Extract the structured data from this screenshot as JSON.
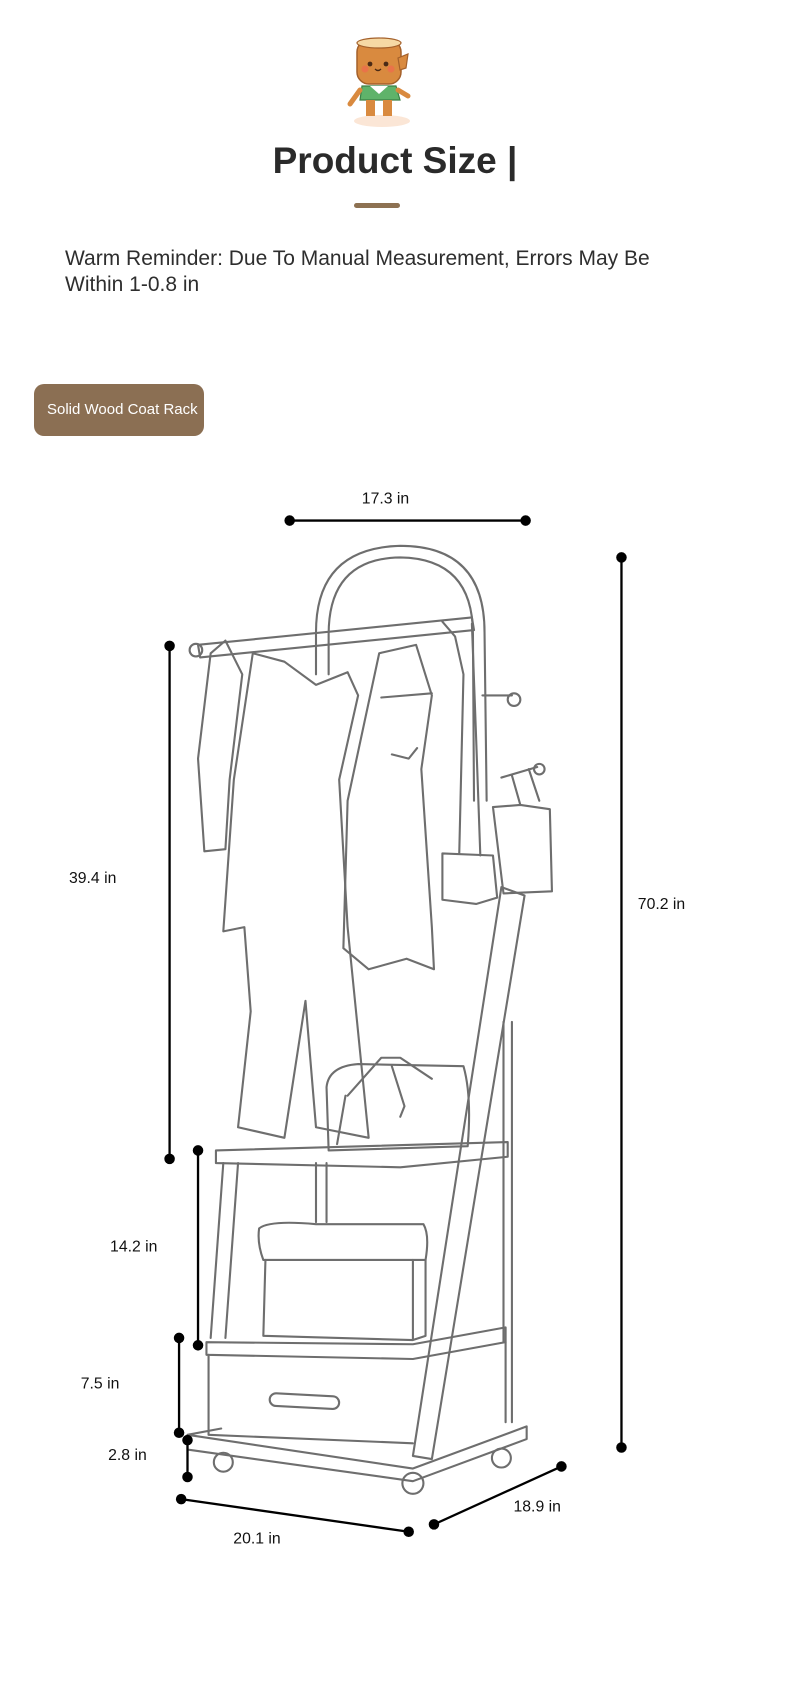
{
  "header": {
    "title": "Product Size |"
  },
  "reminder": "Warm Reminder: Due To Manual Measurement, Errors May Be Within 1-0.8 in",
  "badge": "Solid Wood Coat Rack",
  "dimensions": {
    "top_width": "17.3 in",
    "total_height": "70.2 in",
    "hanging_height": "39.4 in",
    "middle_shelf": "14.2 in",
    "drawer_height": "7.5 in",
    "wheel_height": "2.8 in",
    "base_width": "20.1 in",
    "base_depth": "18.9 in"
  },
  "colors": {
    "accent": "#8b6f53",
    "mascot_body": "#d98a3f",
    "mascot_shirt": "#5fb36a"
  }
}
